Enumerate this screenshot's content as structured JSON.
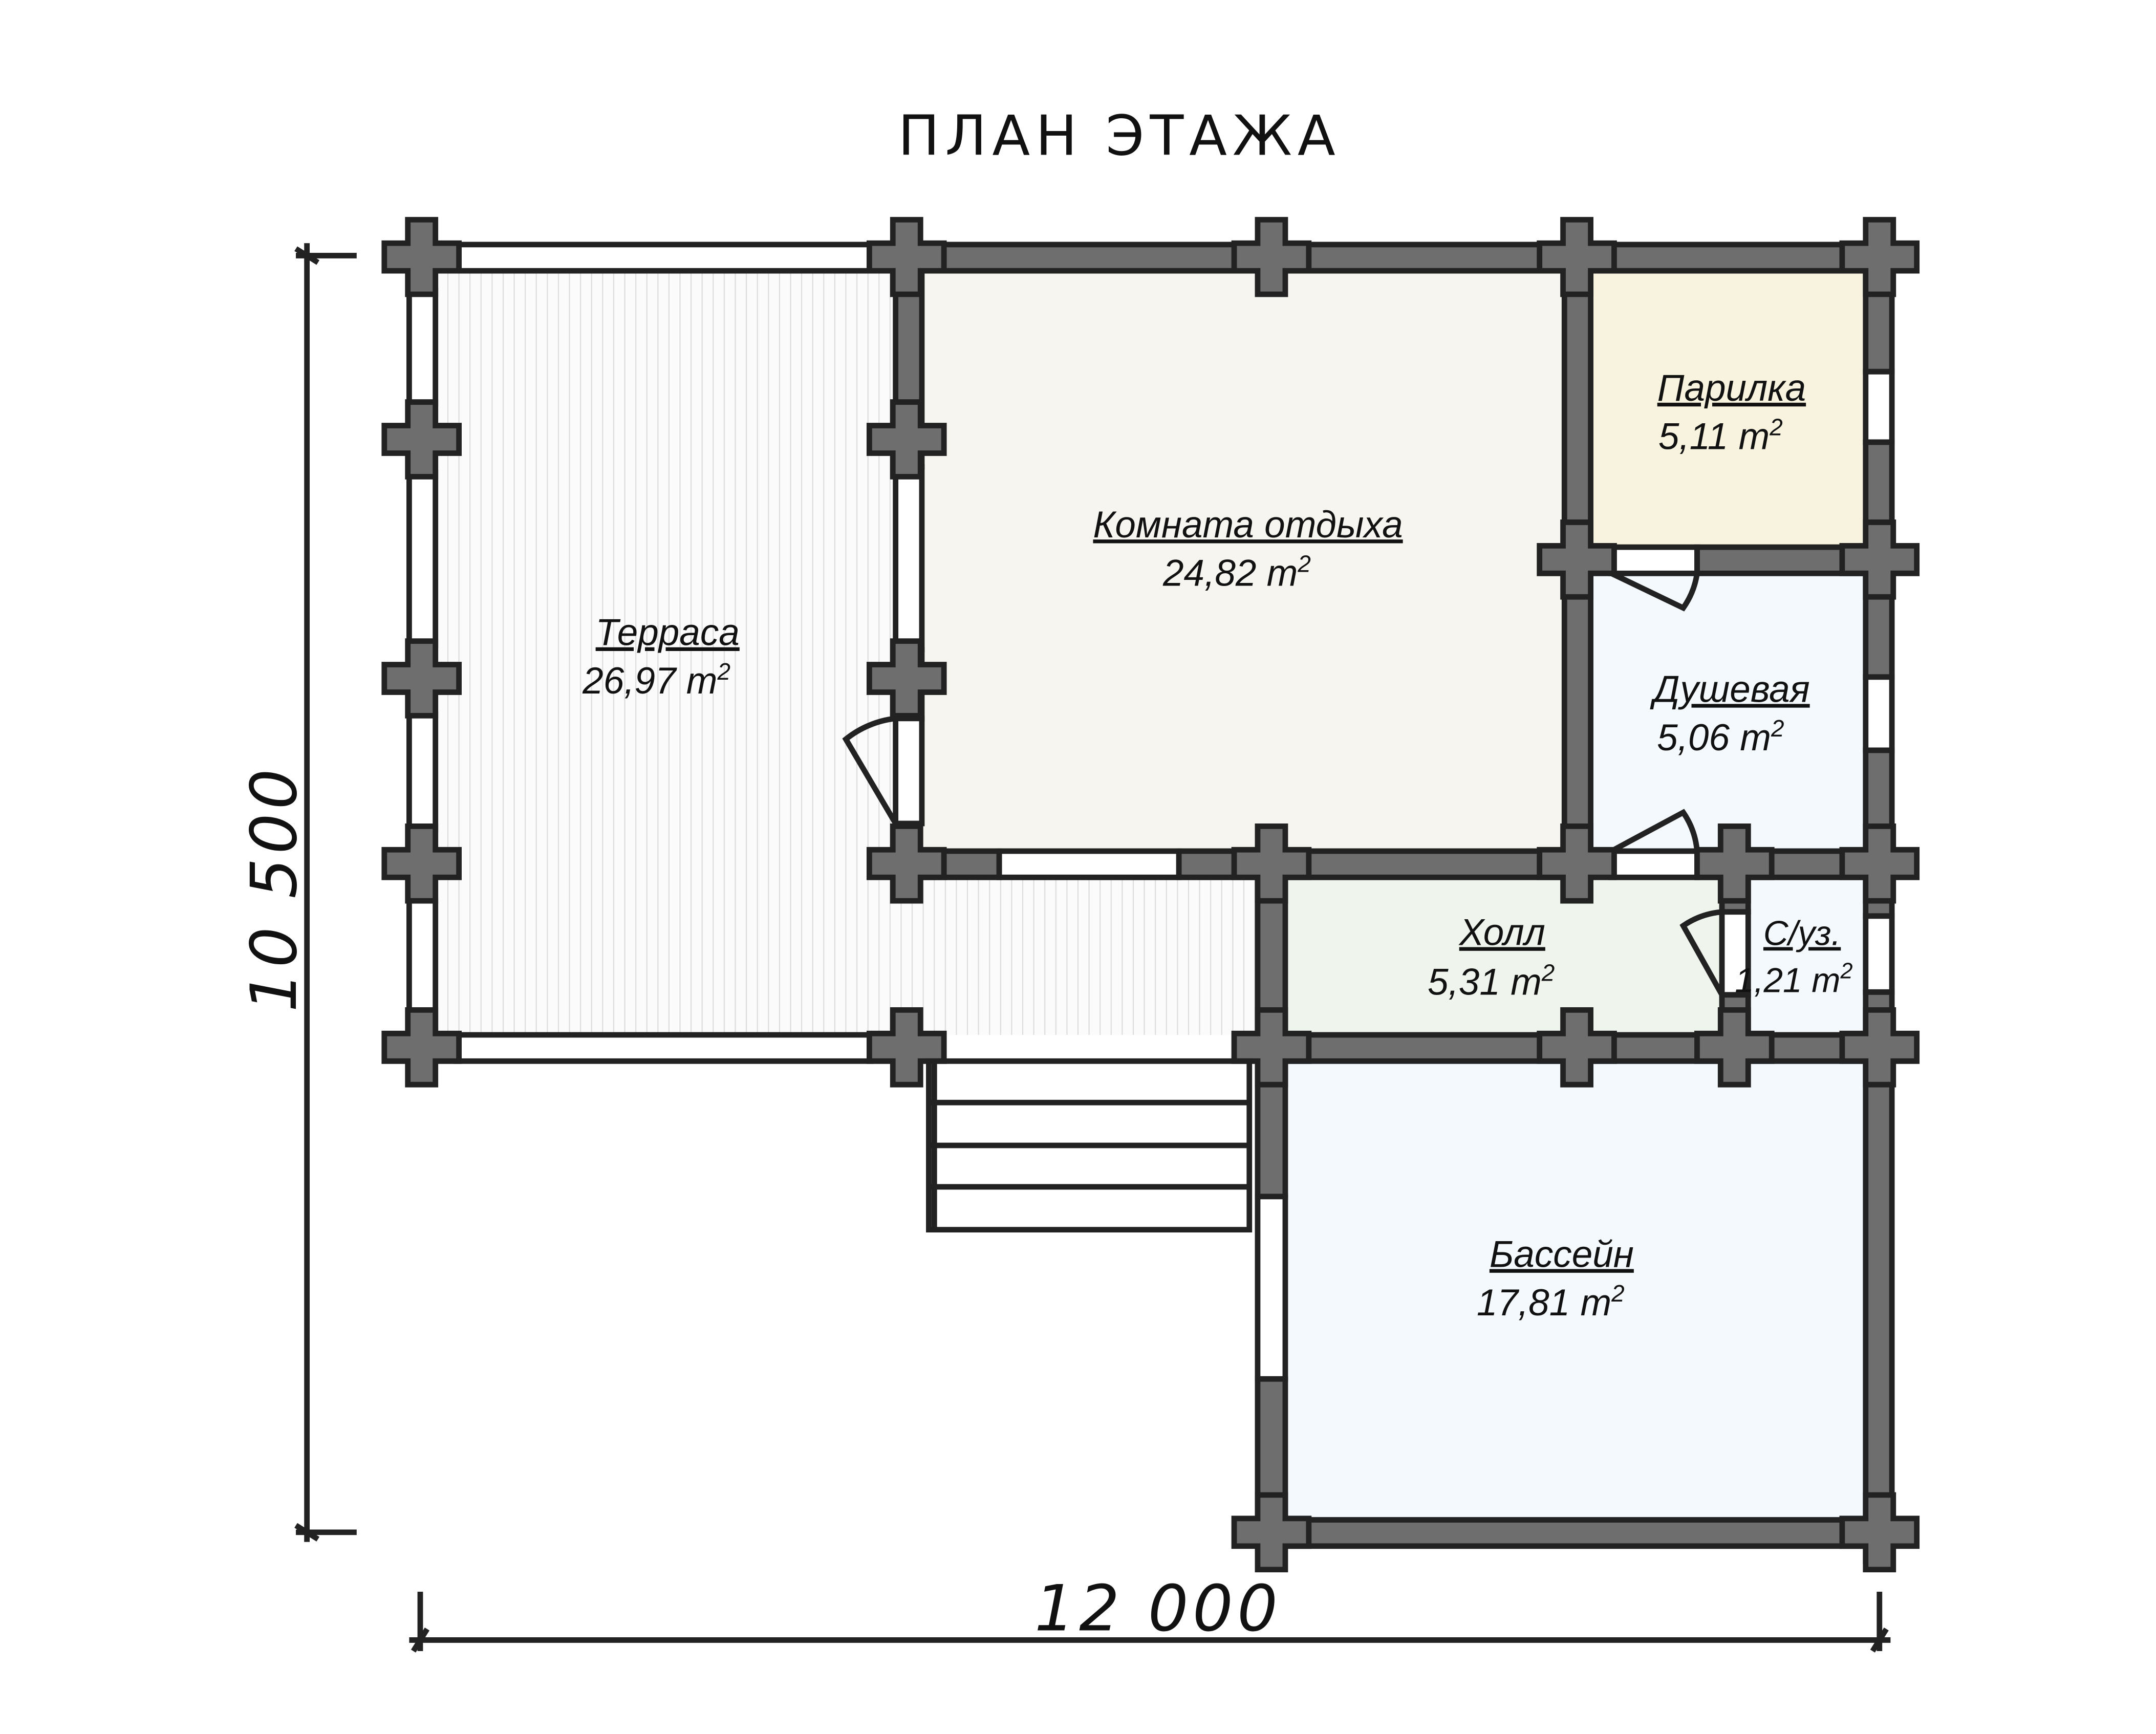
{
  "title": "ПЛАН ЭТАЖА",
  "dimensions": {
    "width_label": "12 000",
    "height_label": "10 500"
  },
  "colors": {
    "wall": "#6e6e6e",
    "terrace": "#fbfbfb",
    "rest_room": "#f7f5ef",
    "steam_room": "#f8f3de",
    "shower": "#f3f9fc",
    "hall": "#eff5ed",
    "wc": "#f3f9fc",
    "pool": "#f3f9fc"
  },
  "rooms": {
    "terrace": {
      "name": "Терраса",
      "area": "26,97 m",
      "sup": "2"
    },
    "rest_room": {
      "name": "Комната отдыха",
      "area": "24,82 m",
      "sup": "2"
    },
    "steam_room": {
      "name": "Парилка",
      "area": "5,11 m",
      "sup": "2"
    },
    "shower": {
      "name": "Душевая",
      "area": "5,06 m",
      "sup": "2"
    },
    "hall": {
      "name": "Холл",
      "area": "5,31 m",
      "sup": "2"
    },
    "wc": {
      "name": "С/уз.",
      "area": "1,21 m",
      "sup": "2"
    },
    "pool": {
      "name": "Бассейн",
      "area": "17,81 m",
      "sup": "2"
    }
  }
}
